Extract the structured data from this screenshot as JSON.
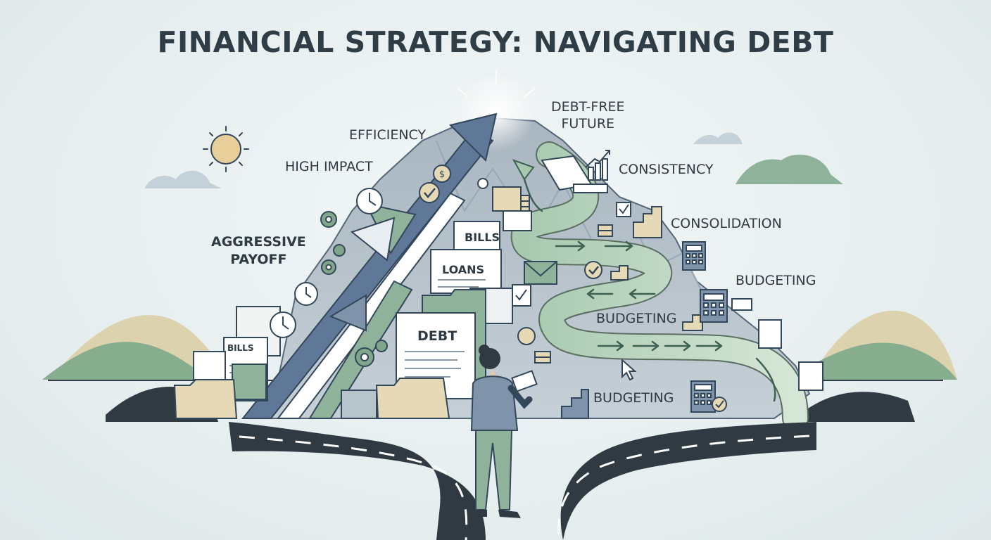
{
  "title": "FINANCIAL STRATEGY: NAVIGATING DEBT",
  "left_path": {
    "labels": [
      "AGGRESSIVE\nPAYOFF",
      "HIGH IMPACT",
      "EFFICIENCY"
    ]
  },
  "summit": {
    "label": "DEBT-FREE\nFUTURE"
  },
  "right_path": {
    "labels": [
      "CONSISTENCY",
      "CONSOLIDATION",
      "BUDGETING",
      "BUDGETING",
      "BUDGETING"
    ]
  },
  "documents": [
    "BILLS",
    "LOANS",
    "DEBT",
    "BILLS"
  ],
  "colors": {
    "navy": "#33475b",
    "slate": "#7f93ab",
    "sage": "#7fa688",
    "sand": "#e6d9b5",
    "road": "#2f3a43",
    "mountain": "#b8c4cc"
  },
  "icons": [
    "sun-icon",
    "cloud-icon",
    "gear-icon",
    "clock-icon",
    "dollar-coin-icon",
    "checkmark-icon",
    "calculator-icon",
    "envelope-icon",
    "cursor-icon",
    "bar-chart-icon",
    "folder-icon",
    "stairs-icon",
    "coin-stack-icon"
  ]
}
